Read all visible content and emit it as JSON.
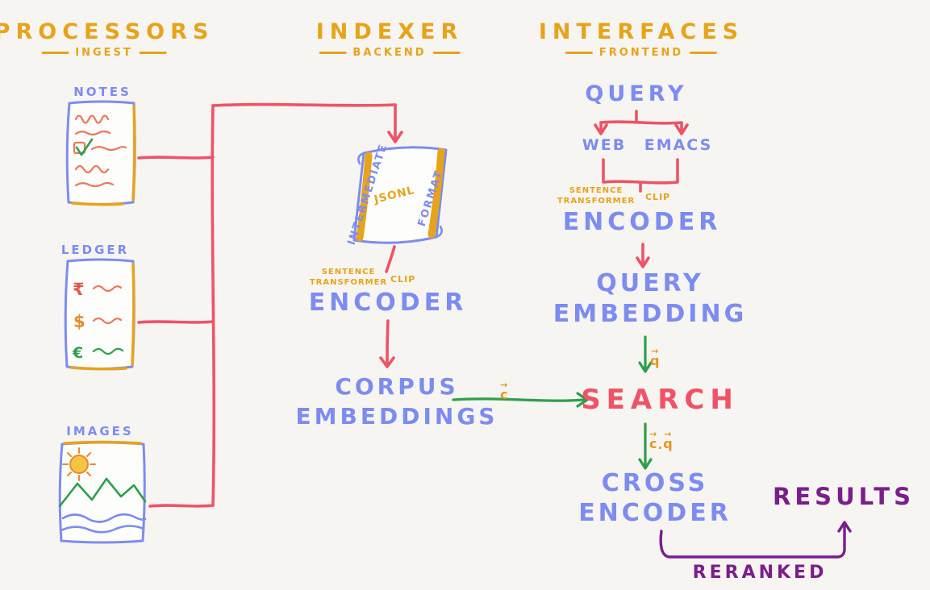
{
  "palette": {
    "background": "#F6F5F1",
    "yellow": "#E7A31A",
    "blue": "#7C8CF0",
    "red": "#EF5366",
    "green": "#2D9F4C",
    "purple": "#7B1D8C",
    "orange": "#E8795A"
  },
  "sections": {
    "processors": {
      "title": "PROCESSORS",
      "subtitle": "INGEST"
    },
    "indexer": {
      "title": "INDEXER",
      "subtitle": "BACKEND"
    },
    "interfaces": {
      "title": "INTERFACES",
      "subtitle": "FRONTEND"
    }
  },
  "processors": {
    "notes_label": "NOTES",
    "ledger_label": "LEDGER",
    "images_label": "IMAGES",
    "ledger_currencies": [
      "₹",
      "$",
      "€"
    ]
  },
  "indexer": {
    "scroll_side_left": "INTERMEDIATE",
    "scroll_center": "JSONL",
    "scroll_side_right": "FORMAT",
    "model_line1": "SENTENCE",
    "model_line2": "TRANSFORMER",
    "model_alt": "CLIP",
    "encoder": "ENCODER",
    "corpus_line1": "CORPUS",
    "corpus_line2": "EMBEDDINGS"
  },
  "interfaces": {
    "query": "QUERY",
    "web": "WEB",
    "emacs": "EMACS",
    "model_line1": "SENTENCE",
    "model_line2": "TRANSFORMER",
    "model_alt": "CLIP",
    "encoder": "ENCODER",
    "query_embedding_line1": "QUERY",
    "query_embedding_line2": "EMBEDDING",
    "search": "SEARCH",
    "cross_line1": "CROSS",
    "cross_line2": "ENCODER",
    "results": "RESULTS",
    "reranked": "RERANKED"
  },
  "edge_labels": {
    "arrow": "→",
    "corpus_vector": "c",
    "query_vector": "q",
    "dot": "."
  }
}
